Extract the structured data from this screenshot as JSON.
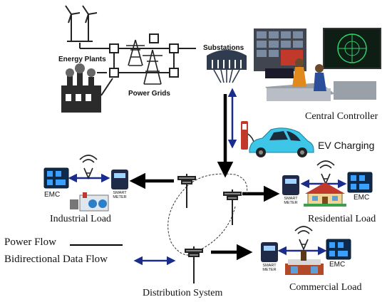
{
  "labels": {
    "energy_plants": "Energy Plants",
    "power_grids": "Power Grids",
    "substations": "Substations",
    "central_controller": "Central Controller",
    "ev_charging": "EV Charging",
    "industrial_load": "Industrial Load",
    "residential_load": "Residential Load",
    "commercial_load": "Commercial Load",
    "distribution_system": "Distribution System",
    "emc": "EMC",
    "smart_meter_line1": "SMART",
    "smart_meter_line2": "METER"
  },
  "legend": {
    "power_flow": "Power Flow",
    "bidirectional_data_flow": "Bidirectional Data Flow"
  },
  "colors": {
    "power_flow_arrow": "#000000",
    "data_flow_arrow": "#1a2c8c",
    "meter_body": "#1f2a48",
    "emc_panel": "#0d2a4a",
    "ev_car": "#3ec6e8",
    "house_roof": "#c0392b",
    "controller_screen": "#1b7a3a"
  },
  "icons": [
    "wind-turbine-icon",
    "transmission-tower-icon",
    "factory-icon",
    "substation-icon",
    "control-room-icon",
    "ev-charger-icon",
    "electric-car-icon",
    "wifi-antenna-icon",
    "smart-meter-icon",
    "emc-panel-icon",
    "utility-pole-icon",
    "house-icon",
    "shop-icon"
  ]
}
